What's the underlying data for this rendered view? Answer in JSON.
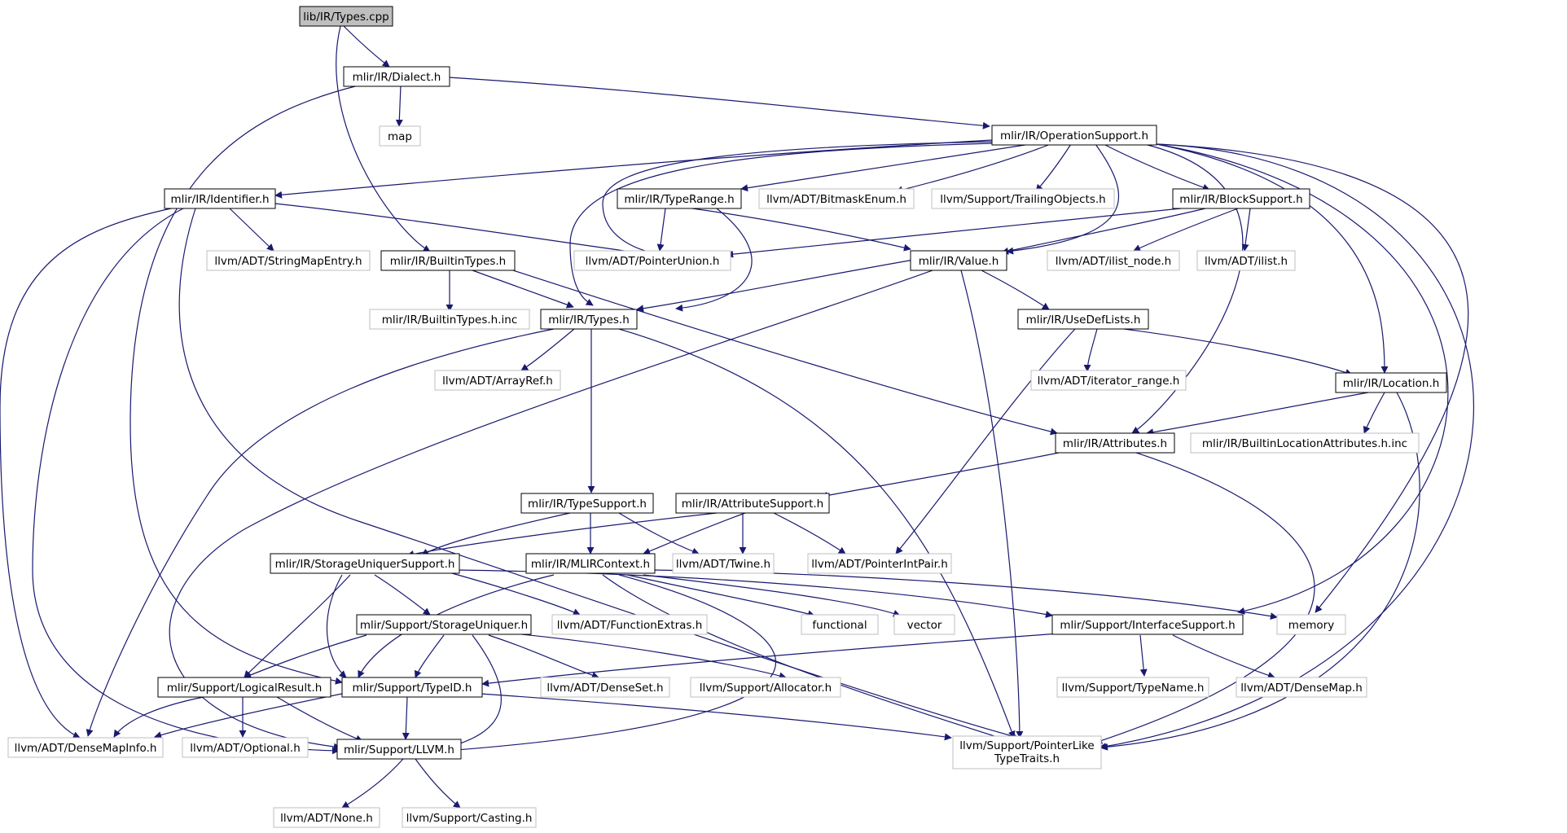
{
  "colors": {
    "edge": "#191970",
    "node_border": "#000000",
    "node_border_external": "#bfbfbf",
    "node_fill": "#ffffff",
    "node_fill_root": "#bfbfbf",
    "text": "#000000"
  },
  "nodes": [
    {
      "id": "root",
      "label": "lib/IR/Types.cpp",
      "kind": "root"
    },
    {
      "id": "dialect",
      "label": "mlir/IR/Dialect.h",
      "kind": "internal"
    },
    {
      "id": "map",
      "label": "map",
      "kind": "external"
    },
    {
      "id": "opsupport",
      "label": "mlir/IR/OperationSupport.h",
      "kind": "internal"
    },
    {
      "id": "identifier",
      "label": "mlir/IR/Identifier.h",
      "kind": "internal"
    },
    {
      "id": "typerange",
      "label": "mlir/IR/TypeRange.h",
      "kind": "internal"
    },
    {
      "id": "bitmask",
      "label": "llvm/ADT/BitmaskEnum.h",
      "kind": "external"
    },
    {
      "id": "trailing",
      "label": "llvm/Support/TrailingObjects.h",
      "kind": "external"
    },
    {
      "id": "blocksupport",
      "label": "mlir/IR/BlockSupport.h",
      "kind": "internal"
    },
    {
      "id": "stringmapentry",
      "label": "llvm/ADT/StringMapEntry.h",
      "kind": "external"
    },
    {
      "id": "pointerunion",
      "label": "llvm/ADT/PointerUnion.h",
      "kind": "external"
    },
    {
      "id": "builtintypes",
      "label": "mlir/IR/BuiltinTypes.h",
      "kind": "internal"
    },
    {
      "id": "value",
      "label": "mlir/IR/Value.h",
      "kind": "internal"
    },
    {
      "id": "ilistnode",
      "label": "llvm/ADT/ilist_node.h",
      "kind": "external"
    },
    {
      "id": "ilist",
      "label": "llvm/ADT/ilist.h",
      "kind": "external"
    },
    {
      "id": "builtintypesinc",
      "label": "mlir/IR/BuiltinTypes.h.inc",
      "kind": "external"
    },
    {
      "id": "types",
      "label": "mlir/IR/Types.h",
      "kind": "internal"
    },
    {
      "id": "usedeflists",
      "label": "mlir/IR/UseDefLists.h",
      "kind": "internal"
    },
    {
      "id": "arrayref",
      "label": "llvm/ADT/ArrayRef.h",
      "kind": "external"
    },
    {
      "id": "iterrange",
      "label": "llvm/ADT/iterator_range.h",
      "kind": "external"
    },
    {
      "id": "location",
      "label": "mlir/IR/Location.h",
      "kind": "internal"
    },
    {
      "id": "attributes",
      "label": "mlir/IR/Attributes.h",
      "kind": "internal"
    },
    {
      "id": "builtinlocinc",
      "label": "mlir/IR/BuiltinLocationAttributes.h.inc",
      "kind": "external"
    },
    {
      "id": "typesupport",
      "label": "mlir/IR/TypeSupport.h",
      "kind": "internal"
    },
    {
      "id": "attrsupport",
      "label": "mlir/IR/AttributeSupport.h",
      "kind": "internal"
    },
    {
      "id": "storageuniquersupport",
      "label": "mlir/IR/StorageUniquerSupport.h",
      "kind": "internal"
    },
    {
      "id": "mlircontext",
      "label": "mlir/IR/MLIRContext.h",
      "kind": "internal"
    },
    {
      "id": "twine",
      "label": "llvm/ADT/Twine.h",
      "kind": "external"
    },
    {
      "id": "pointerintpair",
      "label": "llvm/ADT/PointerIntPair.h",
      "kind": "external"
    },
    {
      "id": "storageuniquer",
      "label": "mlir/Support/StorageUniquer.h",
      "kind": "internal"
    },
    {
      "id": "functionextras",
      "label": "llvm/ADT/FunctionExtras.h",
      "kind": "external"
    },
    {
      "id": "functional",
      "label": "functional",
      "kind": "external"
    },
    {
      "id": "vector",
      "label": "vector",
      "kind": "external"
    },
    {
      "id": "interfacesupport",
      "label": "mlir/Support/InterfaceSupport.h",
      "kind": "internal"
    },
    {
      "id": "memory",
      "label": "memory",
      "kind": "external"
    },
    {
      "id": "logicalresult",
      "label": "mlir/Support/LogicalResult.h",
      "kind": "internal"
    },
    {
      "id": "typeid",
      "label": "mlir/Support/TypeID.h",
      "kind": "internal"
    },
    {
      "id": "denseset",
      "label": "llvm/ADT/DenseSet.h",
      "kind": "external"
    },
    {
      "id": "allocator",
      "label": "llvm/Support/Allocator.h",
      "kind": "external"
    },
    {
      "id": "typename",
      "label": "llvm/Support/TypeName.h",
      "kind": "external"
    },
    {
      "id": "densemap",
      "label": "llvm/ADT/DenseMap.h",
      "kind": "external"
    },
    {
      "id": "densemapinfo",
      "label": "llvm/ADT/DenseMapInfo.h",
      "kind": "external"
    },
    {
      "id": "optional",
      "label": "llvm/ADT/Optional.h",
      "kind": "external"
    },
    {
      "id": "llvmh",
      "label": "mlir/Support/LLVM.h",
      "kind": "internal"
    },
    {
      "id": "pointerlike",
      "label": "llvm/Support/PointerLike\nTypeTraits.h",
      "kind": "external"
    },
    {
      "id": "none",
      "label": "llvm/ADT/None.h",
      "kind": "external"
    },
    {
      "id": "casting",
      "label": "llvm/Support/Casting.h",
      "kind": "external"
    }
  ]
}
